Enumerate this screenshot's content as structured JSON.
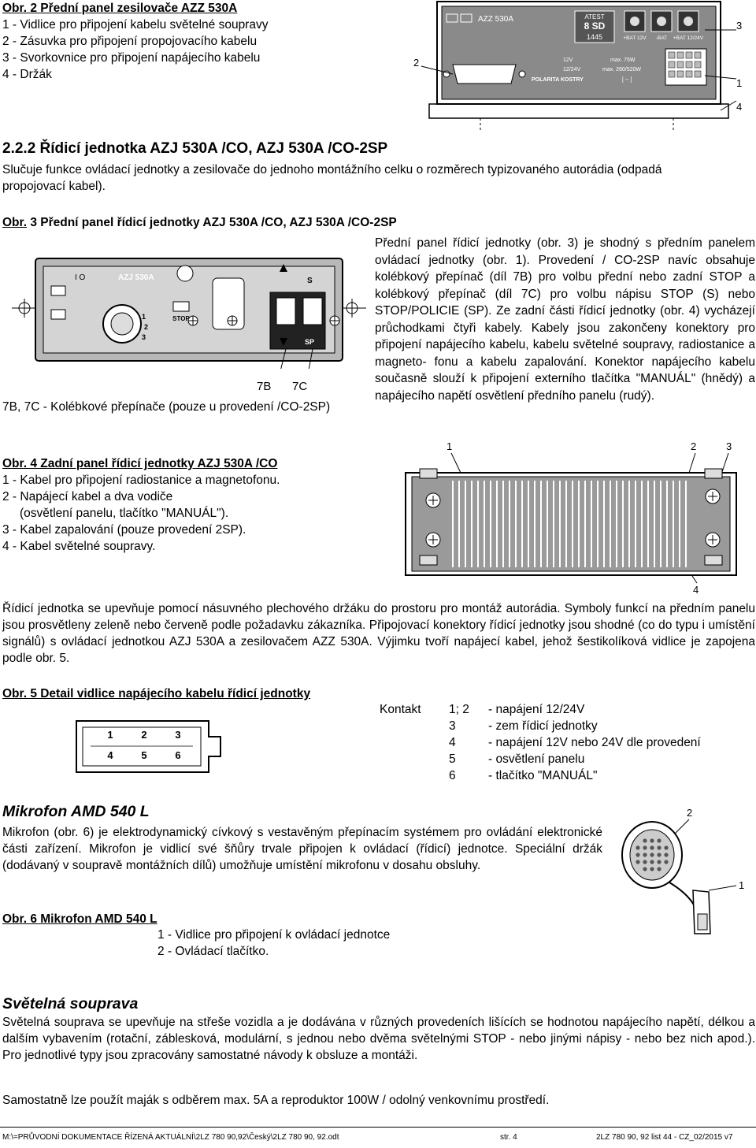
{
  "fig2": {
    "title": "Obr. 2  Přední panel zesilovače AZZ 530A",
    "items": [
      "1 - Vidlice pro připojení kabelu světelné soupravy",
      "2 - Zásuvka pro připojení propojovacího kabelu",
      "3 - Svorkovnice pro připojení napájecího kabelu",
      "4 - Držák"
    ],
    "panel": {
      "brand": "AZZ 530A",
      "atest_label": "ATEST",
      "atest_code": "8 SD",
      "atest_num": "1445",
      "term1": "+BAT 12V",
      "term2": "-BAT",
      "term3": "+BAT 12/24V",
      "spec1a": "12V",
      "spec1b": "max. 75W",
      "spec2a": "12/24V",
      "spec2b": "max. 260/520W",
      "polarity": "POLARITA KOSTRY",
      "polarity_sym": "[ -- ]",
      "callouts": [
        "2",
        "3",
        "1",
        "4"
      ]
    }
  },
  "section": {
    "heading": "2.2.2  Řídicí jednotka AZJ 530A /CO, AZJ 530A /CO-2SP",
    "intro": "Slučuje funkce ovládací jednotky a zesilovače do jednoho montážního celku o rozměrech typizovaného autorádia (odpadá propojovací kabel)."
  },
  "fig3": {
    "title_prefix": "Obr.",
    "title_rest": " 3  Přední panel řídicí jednotky AZJ 530A /CO, AZJ 530A /CO-2SP",
    "panel": {
      "brand": "AZJ 530A",
      "io": "I  O",
      "stop": "STOP",
      "sw_top": "S",
      "sw_bottom": "SP",
      "dial": [
        "1",
        "2",
        "3"
      ]
    },
    "label_7b": "7B",
    "label_7c": "7C",
    "caption": "7B, 7C - Kolébkové přepínače (pouze u provedení /CO-2SP)",
    "description": "Přední panel řídicí jednotky (obr. 3) je shodný s předním panelem ovládací jednotky (obr. 1). Provedení / CO-2SP navíc obsahuje kolébkový přepínač (díl 7B) pro volbu přední nebo zadní STOP a kolébkový přepínač (díl 7C) pro volbu nápisu STOP (S) nebo STOP/POLICIE (SP). Ze zadní části řídicí jednotky (obr. 4) vycházejí průchodkami čtyři kabely. Kabely jsou zakončeny konektory pro připojení napájecího kabelu, kabelu světelné soupravy, radiostanice a magneto- fonu a kabelu zapalování. Konektor napájecího kabelu současně slouží k připojení externího tlačítka \"MANUÁL\" (hnědý) a napájecího napětí osvětlení předního panelu (rudý)."
  },
  "fig4": {
    "title": "Obr. 4  Zadní panel řídicí jednotky  AZJ 530A  /CO",
    "items": [
      "1 - Kabel pro připojení radiostanice a magnetofonu.",
      "2 - Napájecí kabel a dva vodiče",
      "(osvětlení panelu, tlačítko \"MANUÁL\").",
      "3 - Kabel zapalování (pouze provedení 2SP).",
      "4 - Kabel světelné soupravy."
    ],
    "callouts": [
      "1",
      "2",
      "3",
      "4"
    ]
  },
  "mount_text": "Řídicí jednotka se upevňuje pomocí násuvného plechového držáku do prostoru pro montáž autorádia. Symboly funkcí na předním panelu jsou prosvětleny zeleně nebo červeně podle požadavku zákazníka. Připojovací konektory řídicí jednotky jsou shodné (co do typu i umístění signálů) s ovládací jednotkou AZJ 530A a zesilovačem AZZ 530A. Výjimku tvoří napájecí kabel, jehož šestikolíková vidlice je zapojena podle obr. 5.",
  "fig5": {
    "title": "Obr. 5  Detail vidlice napájecího kabelu řídicí jednotky",
    "pins_top": [
      "1",
      "2",
      "3"
    ],
    "pins_bottom": [
      "4",
      "5",
      "6"
    ],
    "contact_label": "Kontakt",
    "contacts": [
      {
        "pin": "1; 2",
        "desc": "- napájení 12/24V"
      },
      {
        "pin": "3",
        "desc": "- zem řídicí jednotky"
      },
      {
        "pin": "4",
        "desc": "- napájení 12V nebo 24V dle provedení"
      },
      {
        "pin": "5",
        "desc": "- osvětlení panelu"
      },
      {
        "pin": "6",
        "desc": "- tlačítko \"MANUÁL\""
      }
    ]
  },
  "mic": {
    "heading": "Mikrofon AMD 540 L",
    "text": "Mikrofon (obr. 6) je elektrodynamický cívkový s vestavěným přepínacím systémem pro ovládání elektronické části zařízení. Mikrofon je vidlicí své šňůry trvale připojen k ovládací (řídicí) jednotce. Speciální držák (dodávaný v soupravě montážních dílů) umožňuje umístění mikrofonu v dosahu obsluhy.",
    "fig_title": "Obr. 6  Mikrofon AMD 540 L",
    "items": [
      "1 -  Vidlice pro připojení k ovládací jednotce",
      "2 -  Ovládací tlačítko."
    ],
    "callouts": [
      "2",
      "1"
    ]
  },
  "light": {
    "heading": "Světelná souprava",
    "text": "Světelná souprava se upevňuje na střeše vozidla a je dodávána v různých provedeních lišících se hodnotou napájecího napětí, délkou a dalším vybavením (rotační, záblesková, modulární, s jednou nebo dvěma světelnými STOP - nebo jinými nápisy - nebo bez nich apod.). Pro jednotlivé typy jsou zpracovány samostatné návody k obsluze a montáži.",
    "text2": "Samostatně lze použít maják s odběrem max. 5A a reproduktor 100W /  odolný venkovnímu prostředí."
  },
  "footer": {
    "path": "M:\\=PRŮVODNÍ DOKUMENTACE ŘÍZENÁ AKTUÁLNÍ\\2LZ 780 90,92\\Český\\2LZ 780 90, 92.odt",
    "page": "str. 4",
    "doc": "2LZ 780 90, 92 list 44 - CZ_02/2015 v7"
  }
}
